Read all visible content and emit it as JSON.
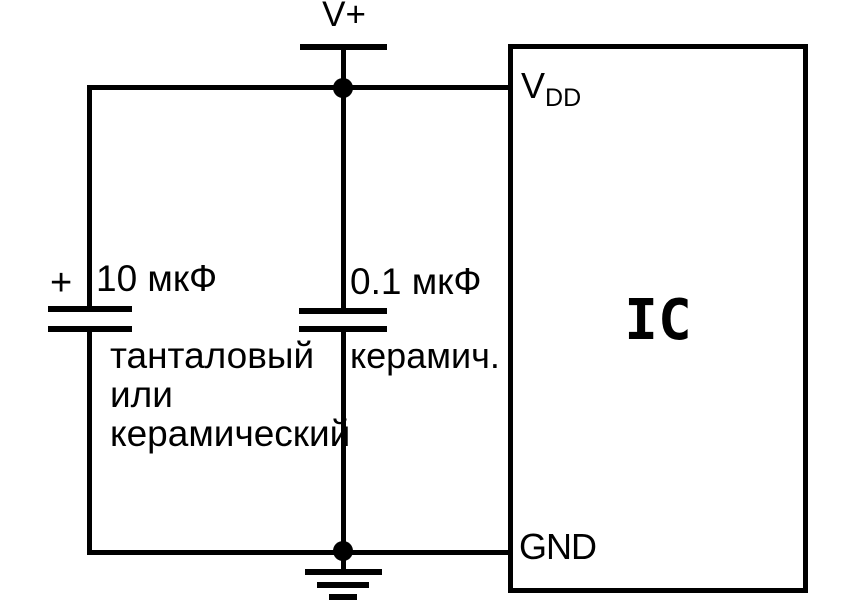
{
  "colors": {
    "line": "#000000",
    "background": "#ffffff"
  },
  "diagram": {
    "power": {
      "label": "V+"
    },
    "ic": {
      "label": "IC",
      "pin_vdd_main": "V",
      "pin_vdd_sub": "DD",
      "pin_gnd": "GND"
    },
    "cap_bulk": {
      "polarity": "+",
      "value": "10 мкФ",
      "note_line1": "танталовый",
      "note_line2": "или",
      "note_line3": "керамический"
    },
    "cap_bypass": {
      "value": "0.1 мкФ",
      "note": "керамич."
    }
  }
}
